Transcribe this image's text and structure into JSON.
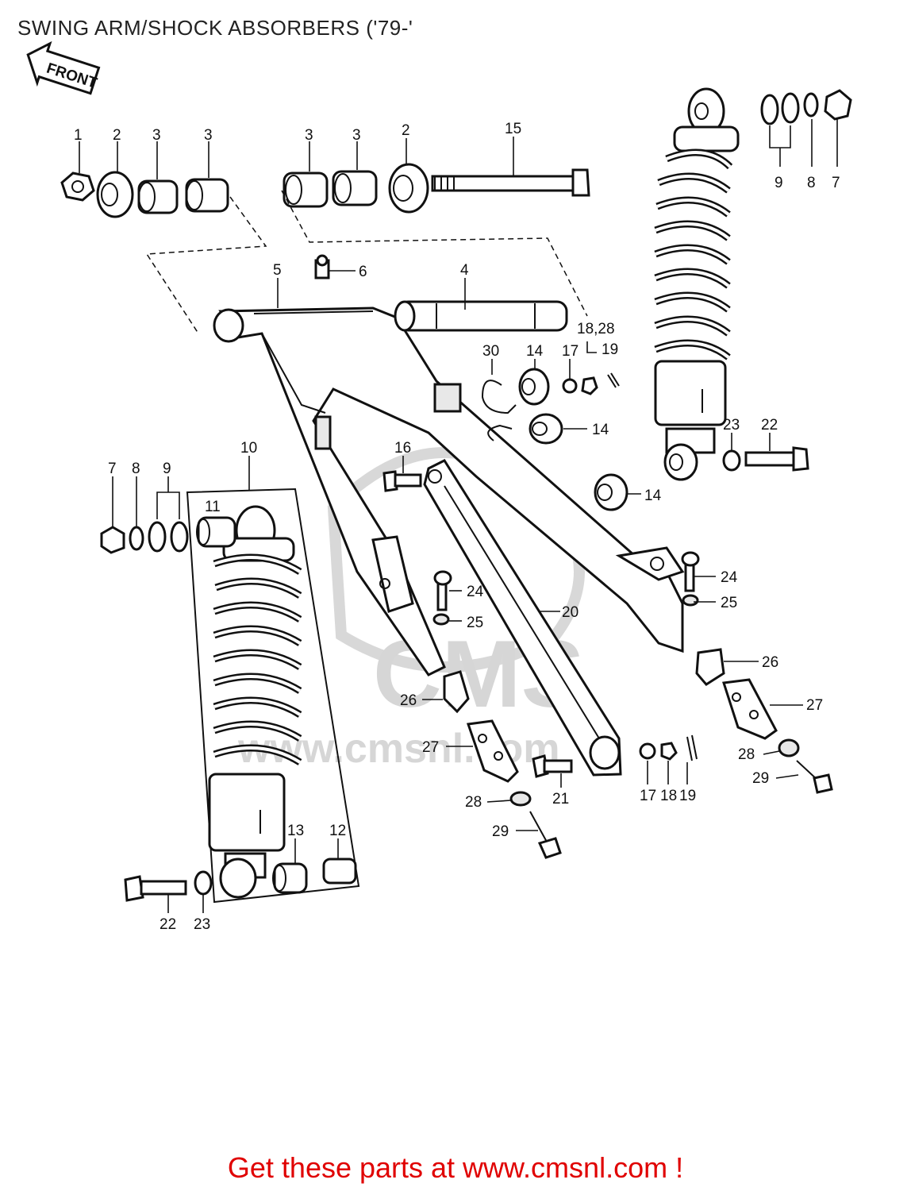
{
  "title": "SWING ARM/SHOCK ABSORBERS ('79-'",
  "front_badge": "FRONT",
  "watermark": {
    "logo_text": "CMS",
    "url_text": "www.cmsnl.com"
  },
  "callouts": {
    "c1": "1",
    "c2a": "2",
    "c3a": "3",
    "c3b": "3",
    "c3c": "3",
    "c3d": "3",
    "c2b": "2",
    "c15": "15",
    "c9a": "9",
    "c8a": "8",
    "c7a": "7",
    "c5": "5",
    "c6": "6",
    "c4": "4",
    "c30": "30",
    "c14a": "14",
    "c17a": "17",
    "c18_28": "18,28",
    "c19a": "19",
    "c14b": "14",
    "c14c": "14",
    "c23a": "23",
    "c22a": "22",
    "c16": "16",
    "c10": "10",
    "c7b": "7",
    "c8b": "8",
    "c9b": "9",
    "c11": "11",
    "c24a": "24",
    "c25a": "25",
    "c20": "20",
    "c24b": "24",
    "c25b": "25",
    "c26a": "26",
    "c26b": "26",
    "c27a": "27",
    "c27b": "27",
    "c28a": "28",
    "c29a": "29",
    "c21": "21",
    "c28b": "28",
    "c29b": "29",
    "c17b": "17",
    "c18b": "18",
    "c19b": "19",
    "c13": "13",
    "c12": "12",
    "c22b": "22",
    "c23b": "23"
  },
  "footer": {
    "text": "Get these parts at www.cmsnl.com !",
    "color": "#e00000"
  }
}
